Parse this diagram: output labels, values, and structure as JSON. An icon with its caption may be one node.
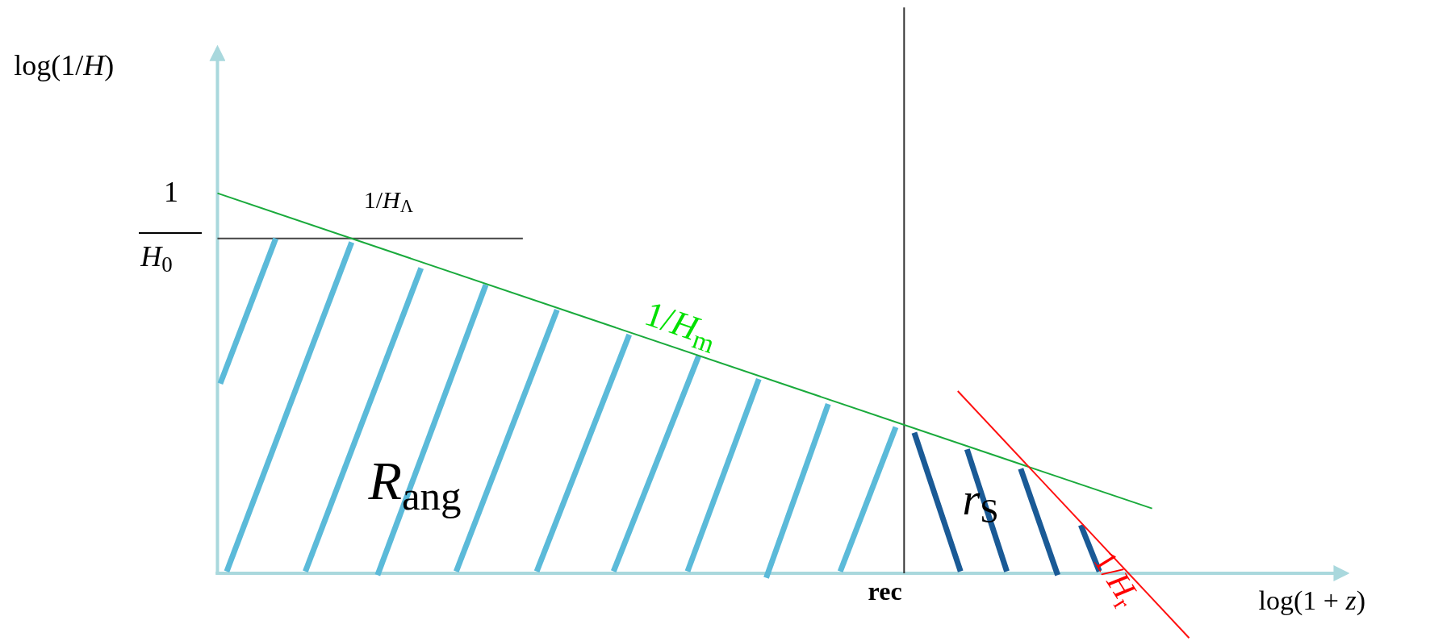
{
  "diagram": {
    "labels": [
      "log(1/*H*)",
      "1",
      "*H*$_{0}$",
      "1/*H*$_{Λ}$",
      "1/*H*$_{m}$",
      "*R*$_{ang}$",
      "*r*$_{S}$",
      "rec",
      "1/*H*$_{r}$",
      "log(1 + *z*)"
    ]
  }
}
